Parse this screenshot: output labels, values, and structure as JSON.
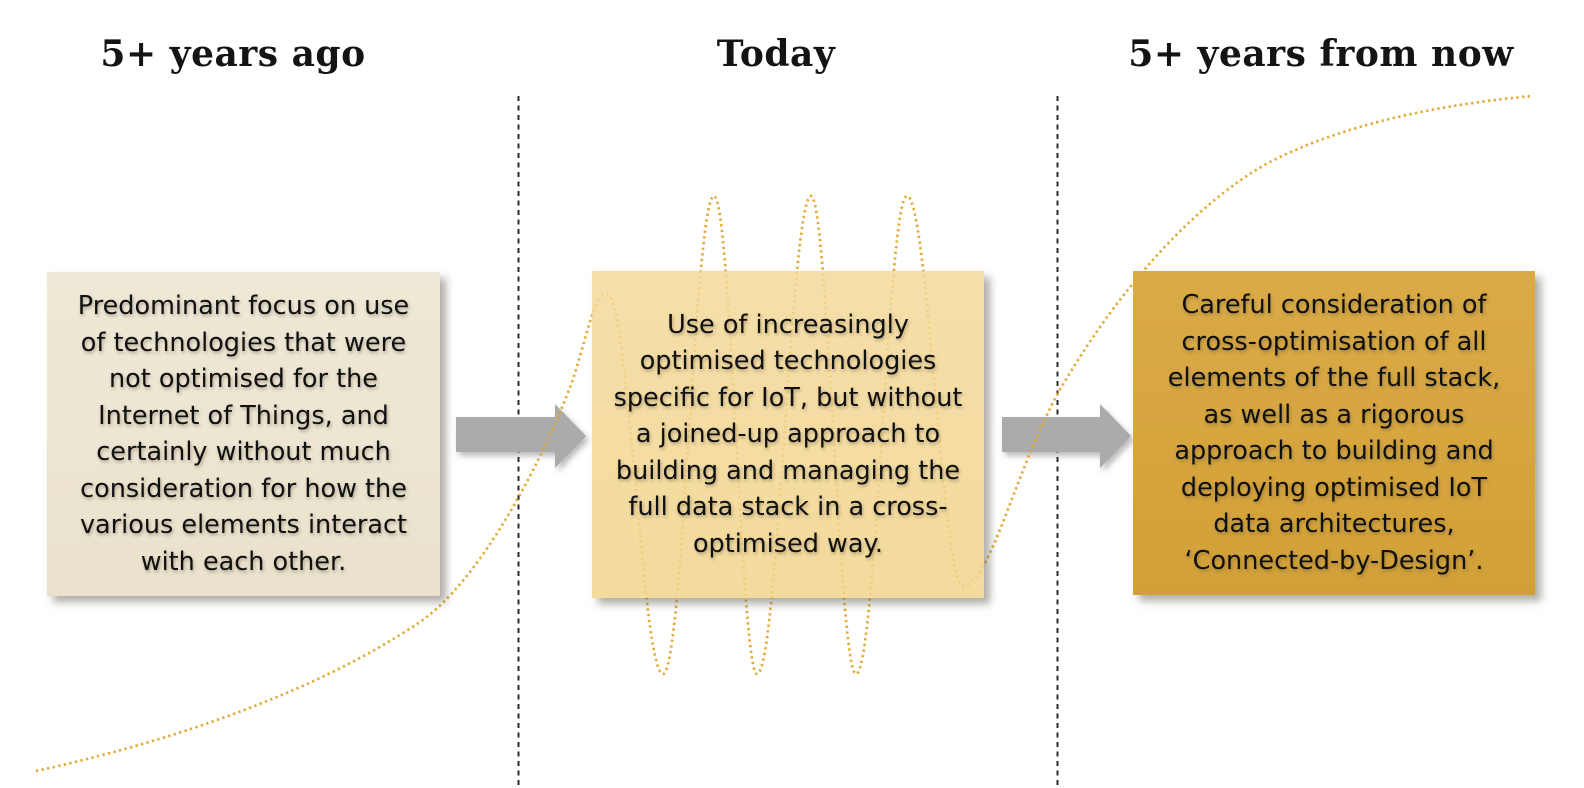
{
  "title_row": {
    "past": "5+ years ago",
    "present": "Today",
    "future": "5+ years from now"
  },
  "boxes": {
    "past": "Predominant focus on use of technologies that were not optimised for the Internet of Things, and certainly without much consideration for how the various elements interact with each other.",
    "present": "Use of increasingly optimised technologies specific for IoT, but without a joined-up approach to building and managing the full data stack in a cross-optimised way.",
    "future": "Careful consideration of cross-optimisation of all elements of the full stack, as well as a rigorous approach to building and deploying optimised IoT data architectures, ‘Connected-by-Design’."
  },
  "colors": {
    "past_box_bg": "#ECE5D1",
    "present_box_bg": "#F2D694",
    "future_box_bg": "#D6A53E",
    "arrow_gray": "#ABABAB",
    "curve_gold": "#DFA62B",
    "divider_dark": "#2B2B2B",
    "header_text": "#141414",
    "body_text": "#101010"
  }
}
